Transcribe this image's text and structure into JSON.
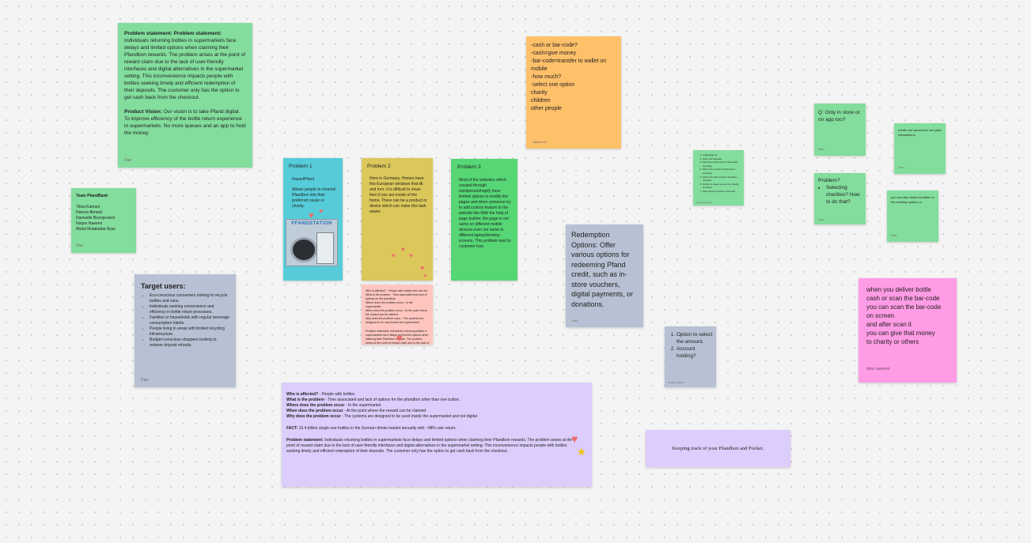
{
  "colors": {
    "green": "#83dd9d",
    "green_dark": "#56d675",
    "cyan": "#56ccd9",
    "yellow": "#dbc75a",
    "orange": "#ffc06a",
    "slate": "#b7c1d3",
    "pink_light": "#ffc6c0",
    "lavender": "#dccdfc",
    "magenta": "#ff9ce6"
  },
  "problem_statement_note": {
    "ps_heading": "Problem statement: Problem statement:",
    "ps_body": "Individuals returning bottles in supermarkets face delays and limited options when claiming their Pfandbon rewards. The problem arises at the point of reward claim due to the lack of user-friendly interfaces and digital alternatives in the supermarket setting. This inconvenience impacts people with bottles seeking timely and efficient redemption of their deposits. The customer only has the option to get cash back from the checkout.",
    "pv_heading": "Product Vision:",
    "pv_body": "Our vision is to take Pfand digital. To improve efficiency of the bottle return experience in supermarkets. No more queues and an app to hold the money.",
    "author": "Dao"
  },
  "team_note": {
    "title": "Team PfandBank",
    "members": [
      "Titisa Kamani",
      "Hamza Ahmad",
      "Daowalle Boonprasert",
      "Narjes Naeemi",
      "Abdul Mutakabar Ayaz"
    ],
    "author": "Dao"
  },
  "target_users_note": {
    "title": "Target users:",
    "items": [
      "Eco-conscious consumers looking to recycle bottles and cans.",
      "Individuals seeking convenience and efficiency in bottle return processes.",
      "Families or households with regular beverage consumption habits.",
      "People living in areas with limited recycling infrastructure.",
      "Budget-conscious shoppers looking to redeem deposit refunds."
    ],
    "author": "Dao"
  },
  "problem1_note": {
    "title": "Problem 1",
    "subtitle": "ImpactPfand",
    "body": "Allows people to channel Pfandbon into their preferred cause or charity.",
    "image_caption": "PFANDSTATION"
  },
  "problem2_note": {
    "title": "Problem 2",
    "body": "Here in Germany, Homes have this European windows that tilt and turn. It is difficult to clean then if you are inside of the home. There can be a product or device which can make this task easier."
  },
  "problem3_note": {
    "title": "Problem 3",
    "body": "Most of the websites which created through wordpress/shopify have limited options to modify the pages and when someone try to add custom feature to the website like With the help of page builder, the page is not same on different mobile devices even not same in different laptop/desktop screens. This problem lead to customer loss."
  },
  "summary_small_note": {
    "lines": [
      "Who is affected? - People with bottles who use the",
      "What is the problem - Time associated and lack of options for the pfandbon",
      "Where does the problem occur - In the supermarket",
      "When does the problem occur - At the point where the reward can be claimed",
      "Why does the problem occur - The systems are designed to be used inside the supermarket"
    ],
    "ps_lines": "Problem statement: Individuals returning bottles in supermarkets face delays and limited options when claiming their Pfandbon rewards. The problem arises at the point of reward claim due to the lack of user-friendly interfaces and digital alternatives in the supermarket setting."
  },
  "cash_note": {
    "lines": [
      "-cash or bar-code?",
      "-cash=give money",
      "-bar-code=transfer to wallet on mobile",
      "-how much?",
      "-select one option",
      "charity",
      "children",
      "other people"
    ],
    "author": "Naeemi N"
  },
  "steps_note": {
    "items": [
      "Login/Sign up",
      "Open the barcode",
      "Save the total amount made after recycling",
      "Show the record of all previous recycling",
      "Show the total number of bottles recycled",
      "Option to select amount for charity or others",
      "Save all the records in account"
    ],
    "author": "Hamza Ahmad"
  },
  "redemption_note": {
    "text": "Redemption Options: Offer various options for redeeming Pfand credit, such as in-store vouchers, digital payments, or donations.",
    "author": "Dao"
  },
  "option_note": {
    "items": [
      "Option to select the amount.",
      "Account holding?"
    ],
    "author": "Narjes Naeemi"
  },
  "q_store_note": {
    "text": "Q: Only in store or on app too?",
    "author": "Dao"
  },
  "problem_charities_note": {
    "title": "Problem?",
    "items": [
      "Selecting charities? How to do that?"
    ],
    "author": "Dao"
  },
  "create_account_note": {
    "text": "create use account to see past transactions",
    "author": "Dao"
  },
  "donation_note": {
    "text": "you can also select donation to the existing options or",
    "author": "Dao"
  },
  "deliver_note": {
    "lines": [
      "when you deliver bottle",
      "cash or scan the bar-code",
      "you  can scan the bar-code on screen",
      "and after scan it",
      "you can give that money",
      "to charity or others"
    ],
    "author": "nika naeemi"
  },
  "big_summary_note": {
    "q1": "Who is affected?",
    "a1": " - People with bottles",
    "q2": "What is the problem",
    "a2": " - Time associated and lack of options for the pfandbon other than one button.",
    "q3": "Where does the problem occur",
    "a3": " - In the supermarket",
    "q4": "When does the problem occur",
    "a4": " - At the point where the reward can be claimed",
    "q5": "Why does the problem occur",
    "a5": " - The systems are designed to be used inside the supermarket and not digital",
    "fact_label": "FACT:",
    "fact_body": " 16.4 billion single-use bottles in the German drinks market annually with ~98% rate return.",
    "ps_label": "Problem statement:",
    "ps_body": " Individuals returning bottles in supermarkets face delays and limited options when claiming their Pfandbon rewards. The problem arises at the point of reward claim due to the lack of user-friendly interfaces and digital alternatives in the supermarket setting. This inconvenience impacts people with bottles seeking timely and efficient redemption of their deposits. The customer only has the option to get cash back from the checkout."
  },
  "tracking_note": {
    "text": "Keeping track of your Pfandbon and Pocket."
  }
}
